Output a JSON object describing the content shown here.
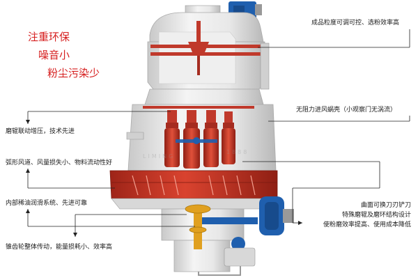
{
  "slogans": [
    "注重环保",
    "噪音小",
    "粉尘污染少"
  ],
  "callouts": {
    "top_right": "成品粒度可调可控、选粉效率高",
    "right_volute": "无阻力进风蜗壳（小观察门无涡流）",
    "left_roller": "磨辊联动增压，技术先进",
    "left_airflow": "弧形风道、风量损失小、物料流动性好",
    "left_lube": "内部稀油润滑系统、先进可靠",
    "right_blade_lines": [
      "曲面可换刀刃铲刀",
      "特殊磨辊及磨环结构设计",
      "使粉磨效率提高、使用成本降低"
    ],
    "bottom_gear": "锥齿轮整体传动，能量损耗小、效率高"
  },
  "watermark": {
    "left": "LIMING",
    "right": "1888"
  },
  "colors": {
    "accent_red": "#d61f1f",
    "machine_red": "#c0392b",
    "machine_gray": "#e4e4e4",
    "motor_blue": "#1f5fae",
    "gear_gold": "#e0a020",
    "line": "#222222"
  }
}
